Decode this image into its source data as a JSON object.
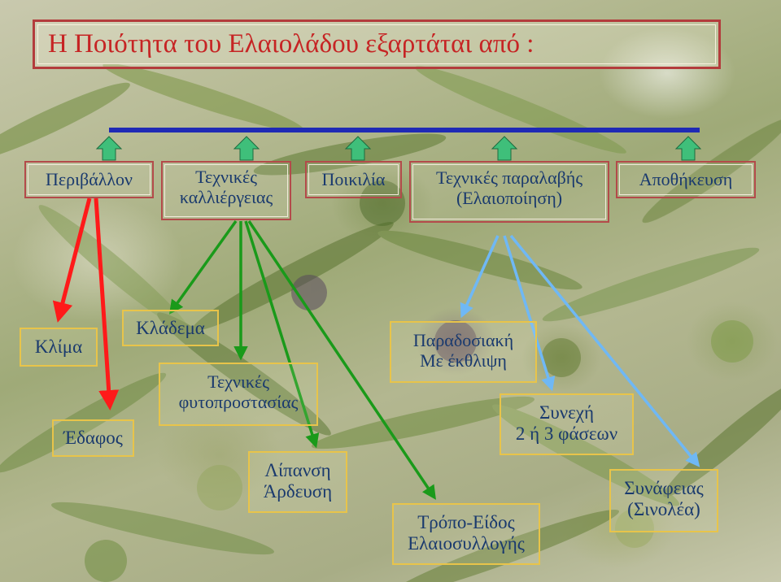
{
  "title": "Η Ποιότητα του Ελαιολάδου εξαρτάται από :",
  "factors": [
    {
      "id": "environment",
      "lines": [
        "Περιβάλλον"
      ]
    },
    {
      "id": "cultivation",
      "lines": [
        "Τεχνικές",
        "καλλιέργειας"
      ]
    },
    {
      "id": "variety",
      "lines": [
        "Ποικιλία"
      ]
    },
    {
      "id": "harvest-processing",
      "lines": [
        "Τεχνικές παραλαβής",
        "(Ελαιοποίηση)"
      ]
    },
    {
      "id": "storage",
      "lines": [
        "Αποθήκευση"
      ]
    }
  ],
  "subfactors": [
    {
      "id": "climate",
      "lines": [
        "Κλίμα"
      ]
    },
    {
      "id": "soil",
      "lines": [
        "Έδαφος"
      ]
    },
    {
      "id": "pruning",
      "lines": [
        "Κλάδεμα"
      ]
    },
    {
      "id": "plant-protection",
      "lines": [
        "Τεχνικές",
        "φυτοπροστασίας"
      ]
    },
    {
      "id": "fertilizing-irrigation",
      "lines": [
        "Λίπανση",
        "Άρδευση"
      ]
    },
    {
      "id": "harvest-method",
      "lines": [
        "Τρόπο-Είδος",
        "Ελαιοσυλλογής"
      ]
    },
    {
      "id": "traditional-press",
      "lines": [
        "Παραδοσιακή",
        "Με έκθλιψη"
      ]
    },
    {
      "id": "continuous",
      "lines": [
        "Συνεχή",
        "2 ή 3 φάσεων"
      ]
    },
    {
      "id": "contact",
      "lines": [
        "Συνάφειας",
        "(Σινολέα)"
      ]
    }
  ],
  "colors": {
    "title_text": "#c62424",
    "box_text": "#1a3a6e",
    "top_bar": "#1f2ab5",
    "up_arrows": "#3fbf7a",
    "environment_arrows": "#ff1a1a",
    "cultivation_arrows": "#1a9a1a",
    "processing_arrows": "#6fb8f5"
  }
}
